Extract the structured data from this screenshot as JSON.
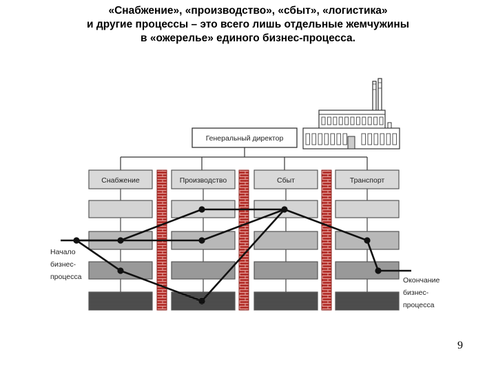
{
  "title": {
    "line1": "«Снабжение», «производство», «сбыт», «логистика»",
    "line2": "и другие процессы – это всего лишь отдельные  жемчужины",
    "line3": "в «ожерелье» единого бизнес-процесса."
  },
  "diagram": {
    "director_label": "Генеральный директор",
    "departments": [
      "Снабжение",
      "Производство",
      "Сбыт",
      "Транспорт"
    ],
    "start_label": [
      "Начало",
      "бизнес-",
      "процесса"
    ],
    "end_label": [
      "Окончание",
      "бизнес-",
      "процесса"
    ]
  },
  "page_number": "9"
}
